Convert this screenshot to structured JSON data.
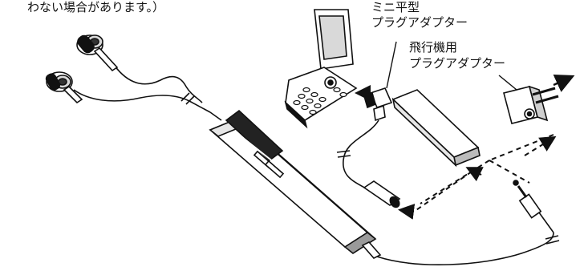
{
  "note_text": "わない場合があります。）",
  "labels": {
    "mini_adapter_line1": "ミニ平型",
    "mini_adapter_line2": "プラグアダプター",
    "flight_adapter_line1": "飛行機用",
    "flight_adapter_line2": "プラグアダプター"
  },
  "colors": {
    "ink": "#111111",
    "paper": "#ffffff",
    "shade": "#cfcfcf"
  }
}
